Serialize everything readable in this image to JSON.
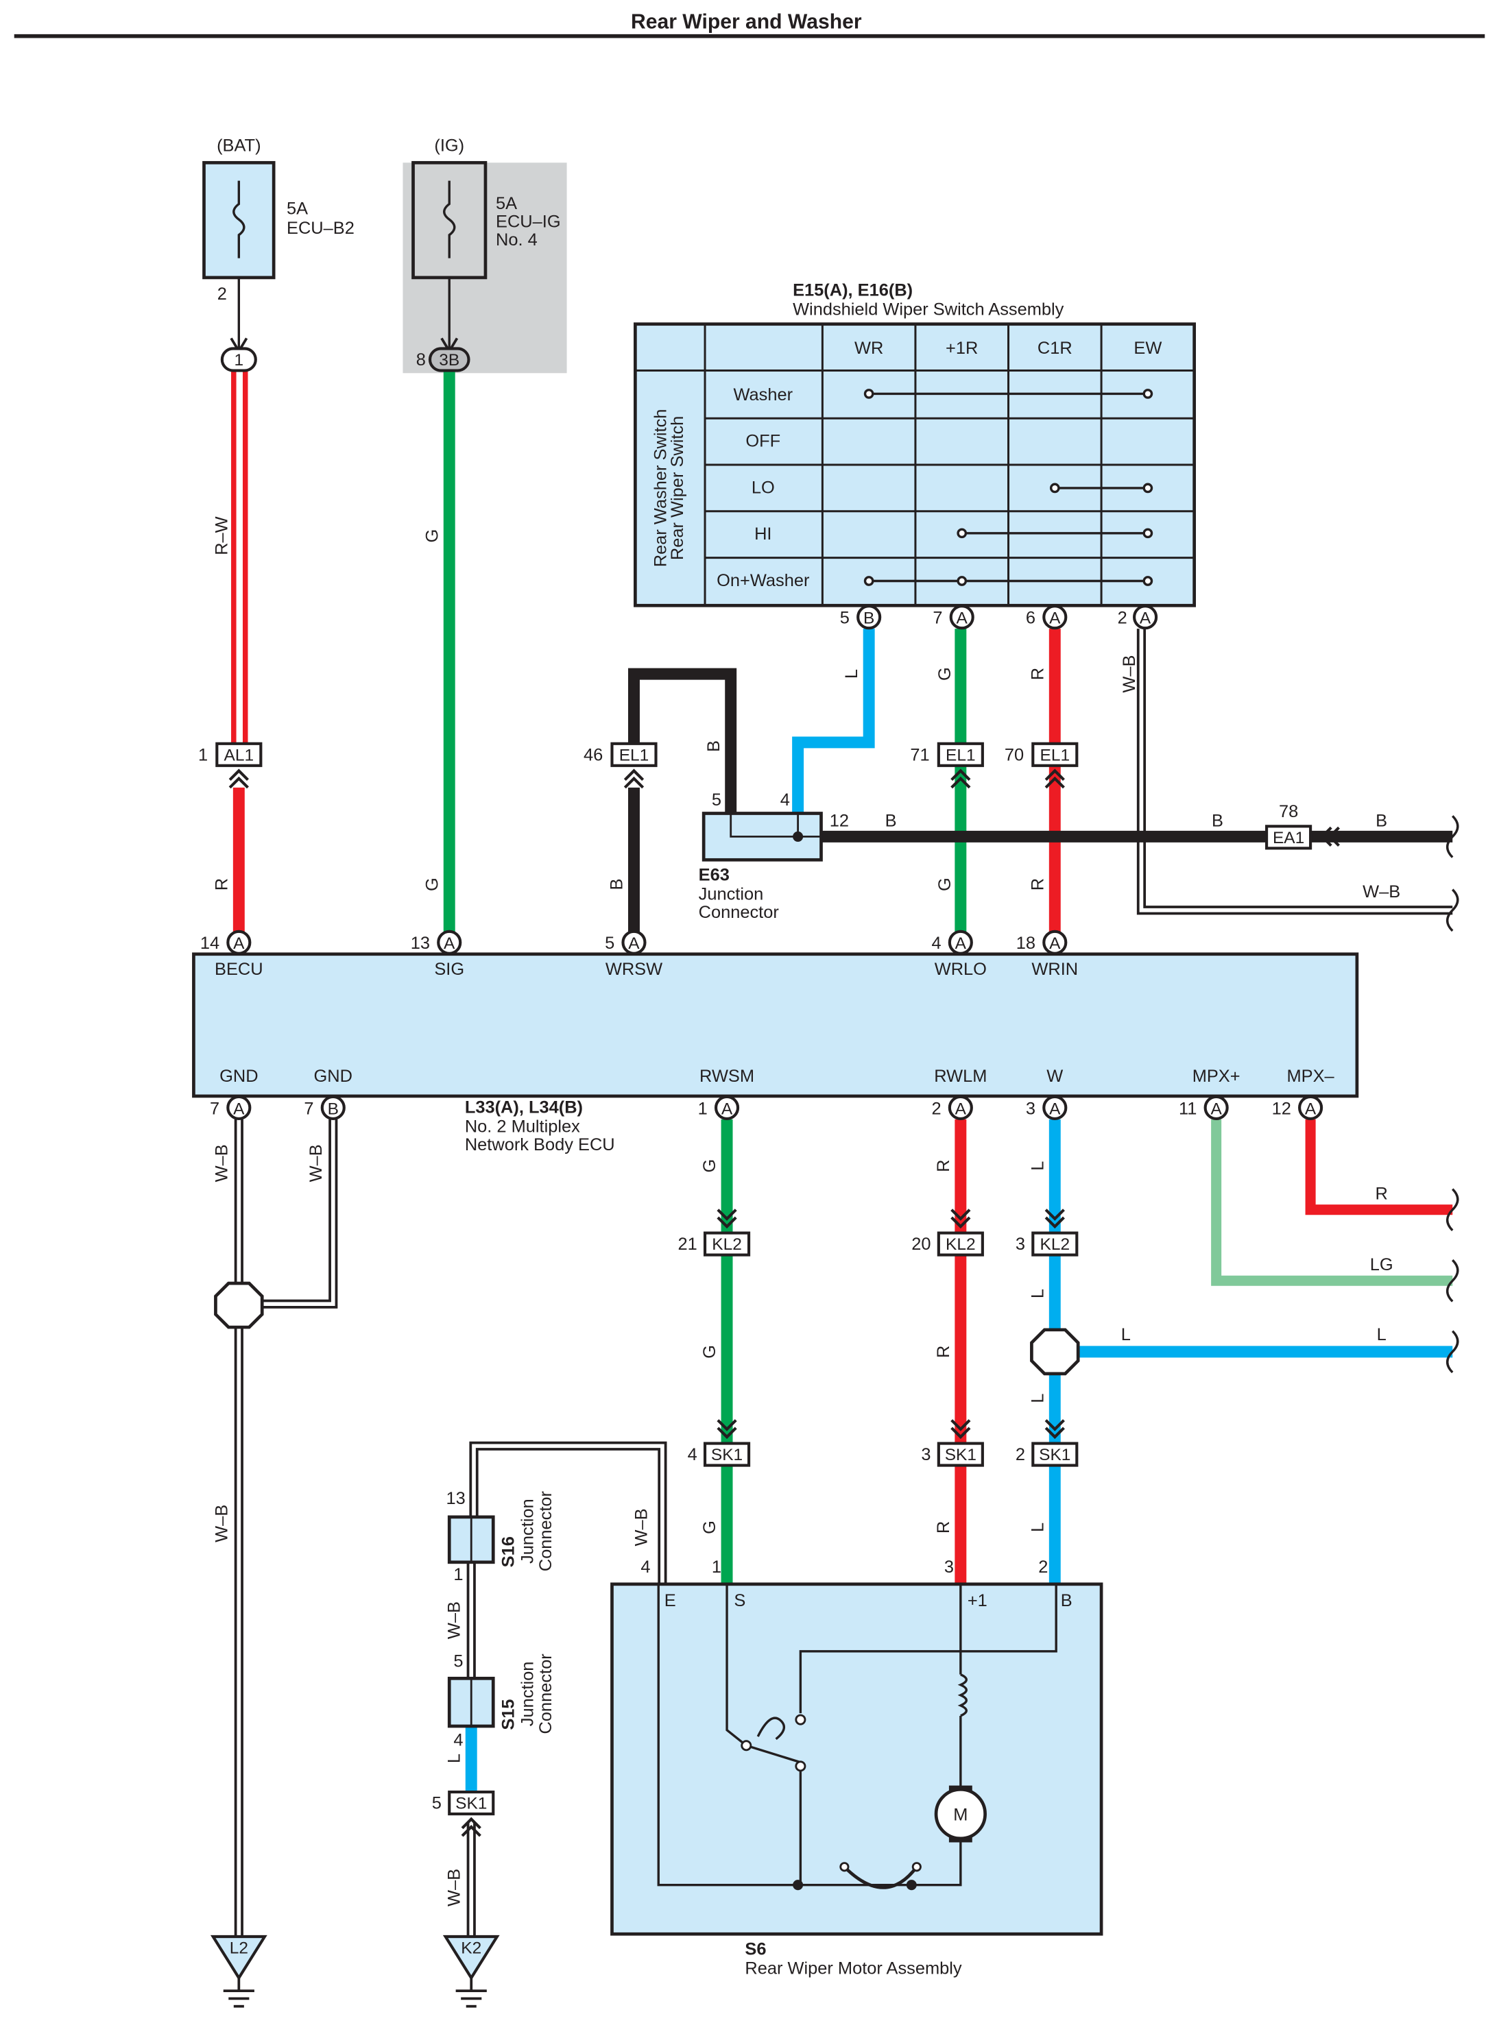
{
  "title": "Rear Wiper and Washer",
  "colors": {
    "red": "#ed1c24",
    "green": "#00a651",
    "blue": "#00aeef",
    "black": "#231f20",
    "light_green": "#80c99a",
    "panel_fill": "#cce9f9",
    "ig_shade": "#d1d3d4"
  },
  "fuses": {
    "bat": {
      "source": "(BAT)",
      "amp": "5A",
      "name": "ECU–B2",
      "pin": "2",
      "connector": "1"
    },
    "ig": {
      "source": "(IG)",
      "amp": "5A",
      "name1": "ECU–IG",
      "name2": "No. 4",
      "pin": "8",
      "connector": "3B"
    }
  },
  "switch": {
    "ref": "E15(A), E16(B)",
    "name": "Windshield Wiper Switch Assembly",
    "side_label_1": "Rear Washer Switch",
    "side_label_2": "Rear Wiper Switch",
    "columns": [
      "WR",
      "+1R",
      "C1R",
      "EW"
    ],
    "rows": [
      "Washer",
      "OFF",
      "LO",
      "HI",
      "On+Washer"
    ],
    "pins": [
      {
        "pin": "5",
        "conn": "B",
        "wire": "L"
      },
      {
        "pin": "7",
        "conn": "A",
        "wire": "G"
      },
      {
        "pin": "6",
        "conn": "A",
        "wire": "R"
      },
      {
        "pin": "2",
        "conn": "A",
        "wire": "W–B"
      }
    ]
  },
  "junction_e63": {
    "ref": "E63",
    "name1": "Junction",
    "name2": "Connector",
    "pin_left": "5",
    "pin_top": "4",
    "pin_right": "12"
  },
  "ea1": {
    "label": "EA1",
    "pin": "78"
  },
  "inline_connectors": {
    "al1": {
      "label": "AL1",
      "pin": "1"
    },
    "el1_a": {
      "label": "EL1",
      "pin": "46"
    },
    "el1_b": {
      "label": "EL1",
      "pin": "71"
    },
    "el1_c": {
      "label": "EL1",
      "pin": "70"
    },
    "kl2_a": {
      "label": "KL2",
      "pin": "21"
    },
    "kl2_b": {
      "label": "KL2",
      "pin": "20"
    },
    "kl2_c": {
      "label": "KL2",
      "pin": "3"
    },
    "sk1_a": {
      "label": "SK1",
      "pin": "4"
    },
    "sk1_b": {
      "label": "SK1",
      "pin": "3"
    },
    "sk1_c": {
      "label": "SK1",
      "pin": "2"
    },
    "sk1_d": {
      "label": "SK1",
      "pin": "5"
    }
  },
  "ecu": {
    "ref": "L33(A), L34(B)",
    "name1": "No. 2 Multiplex",
    "name2": "Network Body ECU",
    "top_terminals": [
      {
        "pin": "14",
        "conn": "A",
        "name": "BECU"
      },
      {
        "pin": "13",
        "conn": "A",
        "name": "SIG"
      },
      {
        "pin": "5",
        "conn": "A",
        "name": "WRSW"
      },
      {
        "pin": "4",
        "conn": "A",
        "name": "WRLO"
      },
      {
        "pin": "18",
        "conn": "A",
        "name": "WRIN"
      }
    ],
    "bottom_terminals": [
      {
        "pin": "7",
        "conn": "A",
        "name": "GND"
      },
      {
        "pin": "7",
        "conn": "B",
        "name": "GND"
      },
      {
        "pin": "1",
        "conn": "A",
        "name": "RWSM"
      },
      {
        "pin": "2",
        "conn": "A",
        "name": "RWLM"
      },
      {
        "pin": "3",
        "conn": "A",
        "name": "W"
      },
      {
        "pin": "11",
        "conn": "A",
        "name": "MPX+"
      },
      {
        "pin": "12",
        "conn": "A",
        "name": "MPX–"
      }
    ]
  },
  "wire_labels": {
    "rw": "R–W",
    "r": "R",
    "g": "G",
    "b": "B",
    "l": "L",
    "wb": "W–B",
    "lg": "LG"
  },
  "s16": {
    "ref": "S16",
    "name1": "Junction",
    "name2": "Connector",
    "pin_top": "13",
    "pin_bottom": "1"
  },
  "s15": {
    "ref": "S15",
    "name1": "Junction",
    "name2": "Connector",
    "pin_top": "5",
    "pin_bottom": "4"
  },
  "motor": {
    "ref": "S6",
    "name": "Rear Wiper Motor Assembly",
    "terminals": [
      {
        "pin": "4",
        "name": "E"
      },
      {
        "pin": "1",
        "name": "S"
      },
      {
        "pin": "3",
        "name": "+1"
      },
      {
        "pin": "2",
        "name": "B"
      }
    ],
    "motor_symbol": "M"
  },
  "grounds": [
    {
      "label": "L2"
    },
    {
      "label": "K2"
    }
  ]
}
